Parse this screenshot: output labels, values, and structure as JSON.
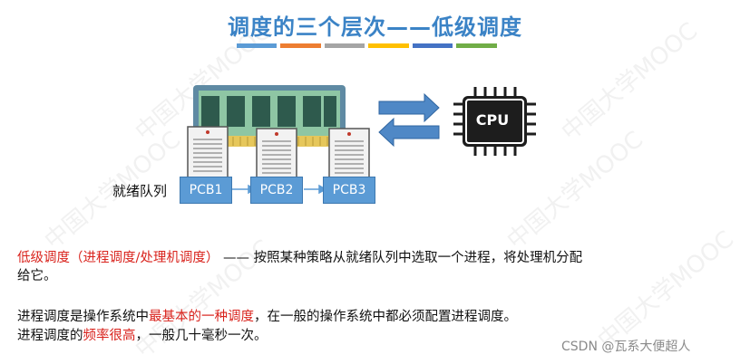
{
  "title": "调度的三个层次——低级调度",
  "title_color": "#3b83c6",
  "color_bar_colors": [
    "#5b9bd5",
    "#ed7d31",
    "#a5a5a5",
    "#ffc000",
    "#4472c4",
    "#70ad47"
  ],
  "watermark_text": "中国大学MOOC",
  "diagram": {
    "queue_label": "就绪队列",
    "pcbs": [
      "PCB1",
      "PCB2",
      "PCB3"
    ],
    "cpu_label": "CPU",
    "icons": [
      "memory-stick-icon",
      "document-icon",
      "cpu-chip-icon",
      "arrow-right-icon",
      "arrow-left-icon"
    ]
  },
  "paragraph1": {
    "term": "低级调度（进程调度/处理机调度）",
    "rest_line1": "—— 按照某种策略从就绪队列中选取一个进程，将处理机分配",
    "line2": "给它。"
  },
  "paragraph2": {
    "prefix": "进程调度是操作系统中",
    "highlight": "最基本的一种调度",
    "suffix": "，在一般的操作系统中都必须配置进程调度。"
  },
  "paragraph3": {
    "prefix": "进程调度的",
    "highlight": "频率很高",
    "suffix": "，一般几十毫秒一次。"
  },
  "credit": "CSDN @瓦系大便超人"
}
